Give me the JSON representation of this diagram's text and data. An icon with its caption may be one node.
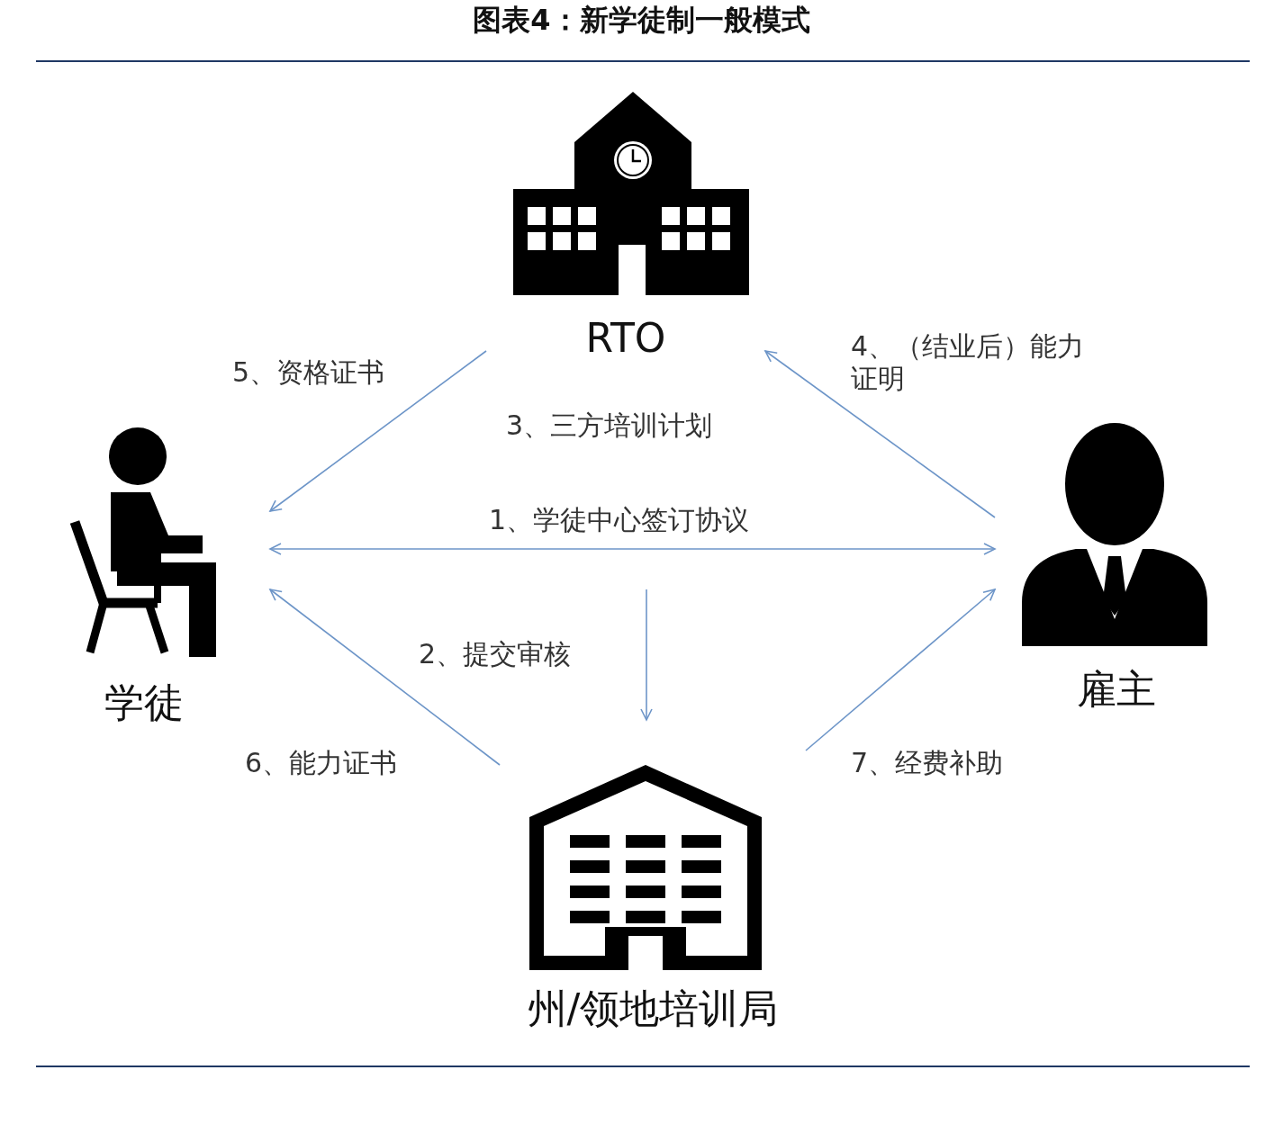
{
  "diagram": {
    "title": "图表4：新学徒制一般模式",
    "nodes": [
      {
        "text": [
          "RTO"
        ]
      },
      {
        "text": [
          "学徒"
        ]
      },
      {
        "text": [
          "雇主"
        ]
      },
      {
        "text": [
          "州/领地培训局"
        ]
      }
    ],
    "edges": [
      {
        "from": 1,
        "to": 2,
        "arrow": "both",
        "label": "1、学徒中心签订协议"
      },
      {
        "from": null,
        "to": 3,
        "arrow": "to",
        "label": "2、提交审核"
      },
      {
        "from": 2,
        "to": 0,
        "arrow": "to",
        "label": "4、（结业后）能力证明"
      },
      {
        "from": 0,
        "to": 1,
        "arrow": "to",
        "label": "5、资格证书"
      },
      {
        "from": 3,
        "to": 1,
        "arrow": "to",
        "label": "6、能力证书"
      },
      {
        "from": 3,
        "to": 2,
        "arrow": "to",
        "label": "7、经费补助"
      }
    ],
    "labels": [
      "3、三方培训计划"
    ]
  }
}
